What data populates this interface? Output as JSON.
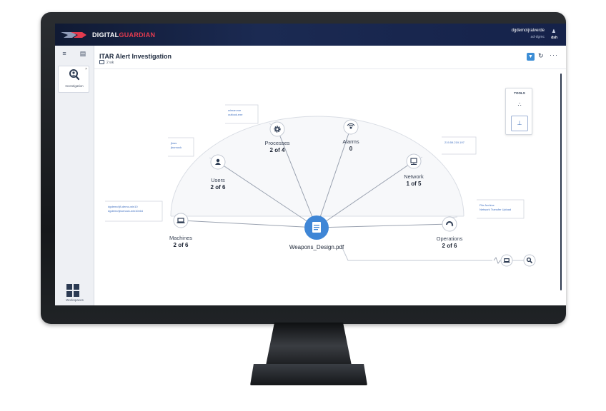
{
  "app": {
    "brand_part1": "DIGITAL",
    "brand_part2": "GUARDIAN",
    "user_name": "dgdemo\\jralverde",
    "user_sub": "ad-dgmc",
    "user_initials": "dsh"
  },
  "rail": {
    "investigation_label": "Investigation",
    "workspaces_label": "Workspaces"
  },
  "header": {
    "title": "ITAR Alert Investigation",
    "subtitle": "2 wk"
  },
  "tools": {
    "title": "TOOLS"
  },
  "graph": {
    "center": {
      "label": "Weapons_Design.pdf",
      "icon": "document-icon"
    },
    "nodes": [
      {
        "id": "machines",
        "label": "Machines",
        "value": "2 of 6",
        "icon": "laptop-icon"
      },
      {
        "id": "users",
        "label": "Users",
        "value": "2 of 6",
        "icon": "user-icon"
      },
      {
        "id": "processes",
        "label": "Processes",
        "value": "2 of 4",
        "icon": "gear-icon"
      },
      {
        "id": "alarms",
        "label": "Alarms",
        "value": "0",
        "icon": "alarm-icon"
      },
      {
        "id": "network",
        "label": "Network",
        "value": "1 of 5",
        "icon": "network-icon"
      },
      {
        "id": "operations",
        "label": "Operations",
        "value": "2 of 6",
        "icon": "operations-icon"
      }
    ],
    "callouts": {
      "processes": [
        "winrar.exe",
        "outlook.exe"
      ],
      "users": [
        "jfoss",
        "jburnock"
      ],
      "machines": [
        "dgdemo\\jfi-demo-win10",
        "dgdemo\\jburnock-win10x64"
      ],
      "network": [
        "219.59.219.197"
      ],
      "operations": [
        "File Archive",
        "Network Transfer Upload"
      ]
    },
    "path_icons": [
      "laptop-icon",
      "investigation-icon"
    ]
  }
}
